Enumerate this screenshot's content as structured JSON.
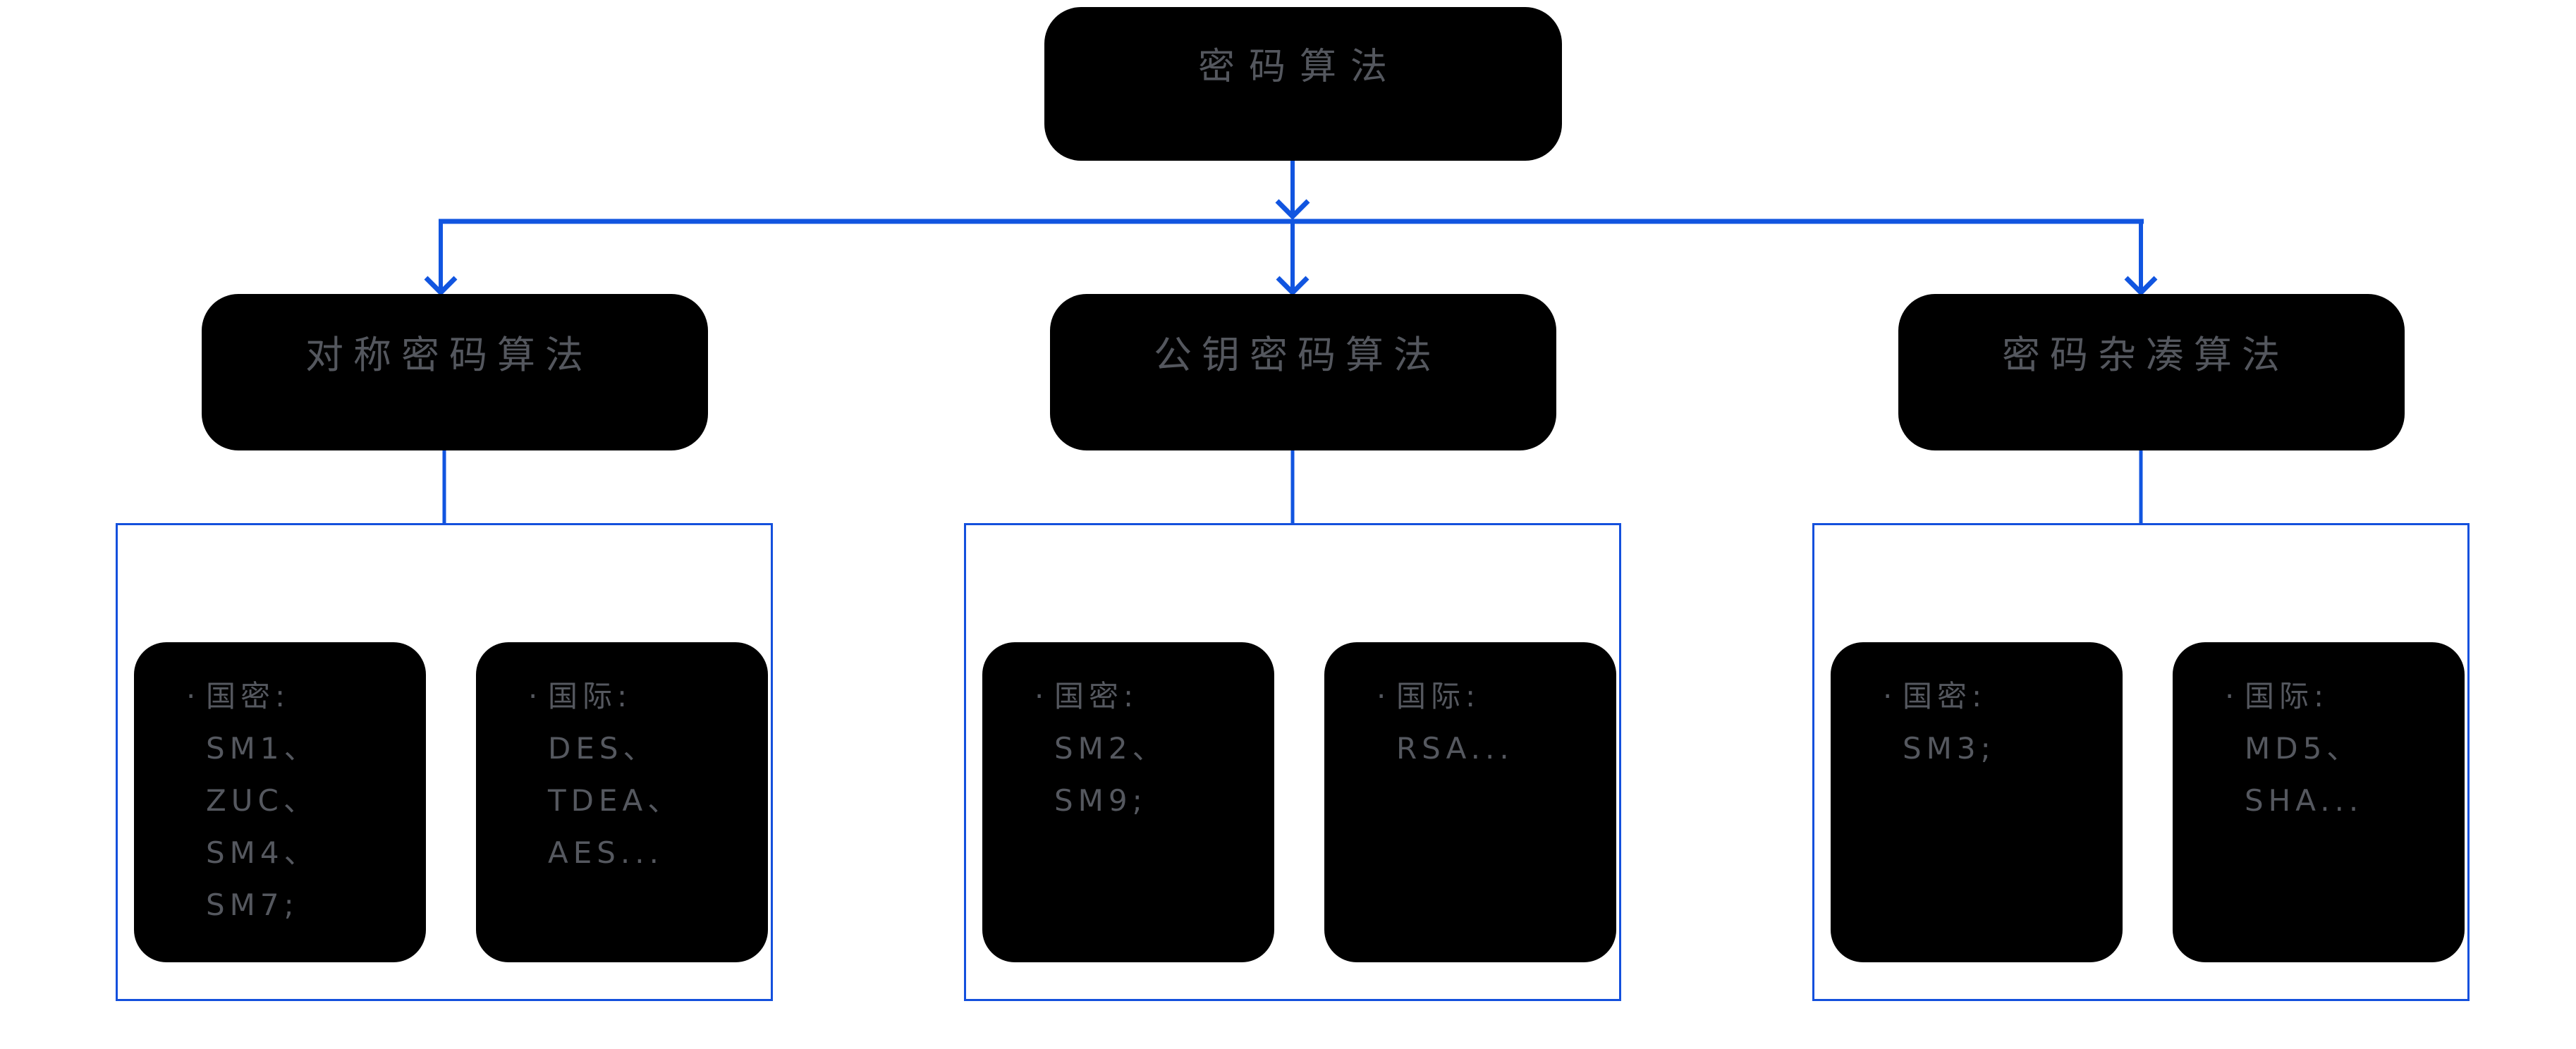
{
  "diagram": {
    "root": {
      "label": "密码算法"
    },
    "branches": [
      {
        "label": "对称密码算法",
        "cards": [
          {
            "bullet": "·",
            "title": "国密:",
            "items": [
              "SM1、",
              "ZUC、",
              "SM4、",
              "SM7;"
            ]
          },
          {
            "bullet": "·",
            "title": "国际:",
            "items": [
              "DES、",
              "TDEA、",
              "AES..."
            ]
          }
        ]
      },
      {
        "label": "公钥密码算法",
        "cards": [
          {
            "bullet": "·",
            "title": "国密:",
            "items": [
              "SM2、",
              "SM9;"
            ]
          },
          {
            "bullet": "·",
            "title": "国际:",
            "items": [
              "RSA..."
            ]
          }
        ]
      },
      {
        "label": "密码杂凑算法",
        "cards": [
          {
            "bullet": "·",
            "title": "国密:",
            "items": [
              "SM3;"
            ]
          },
          {
            "bullet": "·",
            "title": "国际:",
            "items": [
              "MD5、",
              "SHA..."
            ]
          }
        ]
      }
    ],
    "colors": {
      "accent_blue": "#1155e0",
      "group_border_blue": "#1450dd",
      "corner_gradient_blue": "#3a6ce2",
      "box_fill": "#d9dce7",
      "shadow_black": "#000000",
      "text_gray": "#55585f",
      "background": "#ffffff"
    }
  }
}
